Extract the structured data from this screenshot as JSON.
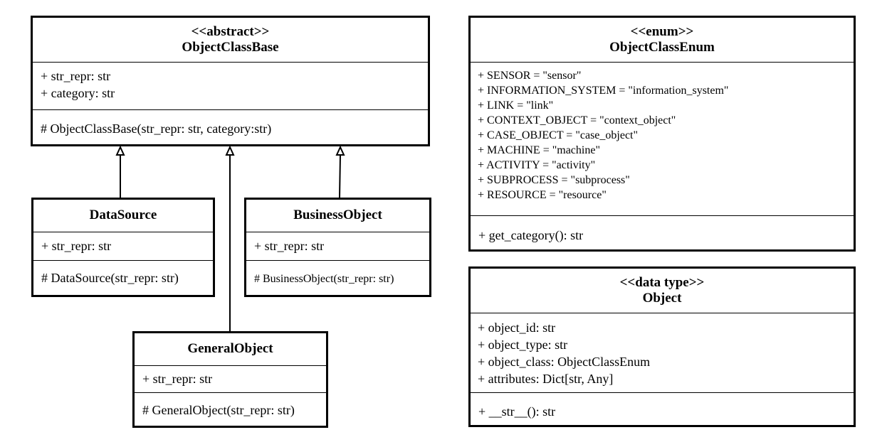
{
  "classes": {
    "object_class_base": {
      "stereotype": "<<abstract>>",
      "name": "ObjectClassBase",
      "attributes": [
        "+ str_repr: str",
        "+ category: str"
      ],
      "methods": [
        "# ObjectClassBase(str_repr: str, category:str)"
      ]
    },
    "data_source": {
      "name": "DataSource",
      "attributes": [
        "+ str_repr: str"
      ],
      "methods": [
        "# DataSource(str_repr: str)"
      ]
    },
    "business_object": {
      "name": "BusinessObject",
      "attributes": [
        "+ str_repr: str"
      ],
      "methods": [
        "# BusinessObject(str_repr: str)"
      ]
    },
    "general_object": {
      "name": "GeneralObject",
      "attributes": [
        "+ str_repr: str"
      ],
      "methods": [
        "# GeneralObject(str_repr: str)"
      ]
    },
    "object_class_enum": {
      "stereotype": "<<enum>>",
      "name": "ObjectClassEnum",
      "attributes": [
        "+ SENSOR = \"sensor\"",
        "+ INFORMATION_SYSTEM = \"information_system\"",
        "+ LINK = \"link\"",
        "+ CONTEXT_OBJECT = \"context_object\"",
        "+ CASE_OBJECT = \"case_object\"",
        "+ MACHINE = \"machine\"",
        "+ ACTIVITY = \"activity\"",
        "+ SUBPROCESS = \"subprocess\"",
        "+ RESOURCE = \"resource\""
      ],
      "methods": [
        "+ get_category(): str"
      ]
    },
    "object": {
      "stereotype": "<<data type>>",
      "name": "Object",
      "attributes": [
        "+ object_id: str",
        "+ object_type: str",
        "+ object_class: ObjectClassEnum",
        "+ attributes: Dict[str, Any]"
      ],
      "methods": [
        "+ __str__(): str"
      ]
    }
  }
}
